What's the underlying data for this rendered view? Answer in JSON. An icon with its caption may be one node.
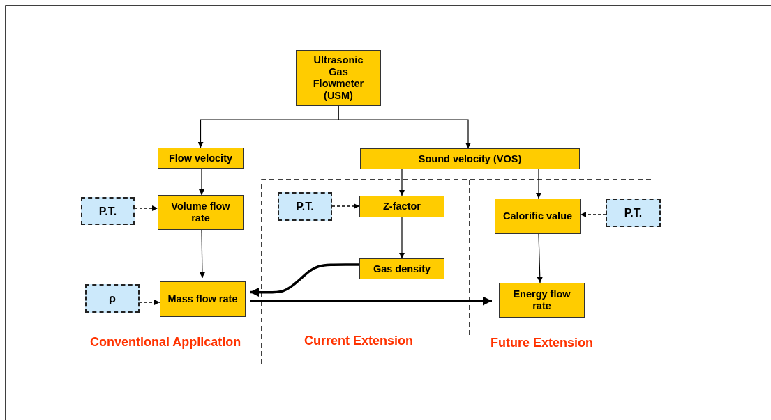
{
  "diagram": {
    "nodes": [
      {
        "text": [
          "Ultrasonic Gas Flowmeter (USM)"
        ]
      },
      {
        "text": [
          "Flow velocity"
        ]
      },
      {
        "text": [
          "Sound velocity (VOS)"
        ]
      },
      {
        "text": [
          "P.T."
        ]
      },
      {
        "text": [
          "Volume flow rate"
        ]
      },
      {
        "text": [
          "P.T."
        ]
      },
      {
        "text": [
          "Z-factor"
        ]
      },
      {
        "text": [
          "Calorific value"
        ]
      },
      {
        "text": [
          "P.T."
        ]
      },
      {
        "text": [
          "Gas density"
        ]
      },
      {
        "text": [
          "ρ"
        ]
      },
      {
        "text": [
          "Mass flow rate"
        ]
      },
      {
        "text": [
          "Energy flow rate"
        ]
      }
    ],
    "edges": [
      {
        "from": 0,
        "to": 1,
        "arrow": "to"
      },
      {
        "from": 0,
        "to": 2,
        "arrow": "to"
      },
      {
        "from": 1,
        "to": 4,
        "arrow": "to"
      },
      {
        "from": 3,
        "to": 4,
        "arrow": "to",
        "style": "dashed"
      },
      {
        "from": 4,
        "to": 11,
        "arrow": "to"
      },
      {
        "from": 5,
        "to": 6,
        "arrow": "to",
        "style": "dashed"
      },
      {
        "from": 2,
        "to": 6,
        "arrow": "to"
      },
      {
        "from": 6,
        "to": 9,
        "arrow": "to"
      },
      {
        "from": 2,
        "to": 7,
        "arrow": "to"
      },
      {
        "from": 8,
        "to": 7,
        "arrow": "to",
        "style": "dashed"
      },
      {
        "from": 7,
        "to": 12,
        "arrow": "to"
      },
      {
        "from": 9,
        "to": 11,
        "arrow": "to",
        "style": "thick"
      },
      {
        "from": 11,
        "to": 12,
        "arrow": "to",
        "style": "thick"
      },
      {
        "from": 10,
        "to": 11,
        "arrow": "to",
        "style": "dashed"
      }
    ],
    "labels": [
      "Conventional Application",
      "Current Extension",
      "Future Extension"
    ]
  }
}
